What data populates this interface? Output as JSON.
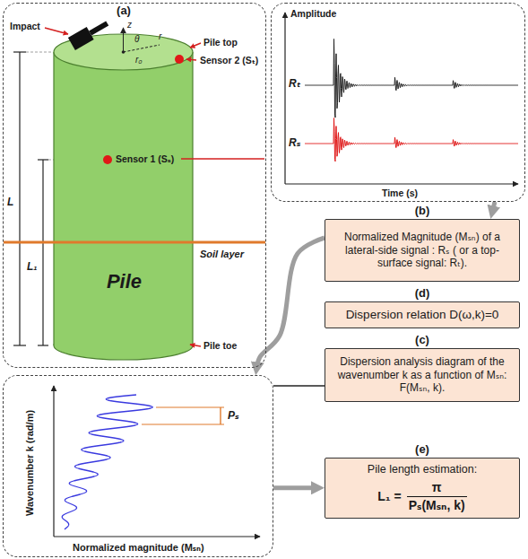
{
  "diagram": {
    "nodes": [
      {
        "text": [
          "(a)",
          "Impact",
          "z",
          "Pile top",
          "r",
          "θ",
          "r₀",
          "Sensor 2 (Sₜ)",
          "Sensor 1 (Sₛ)",
          "L",
          "L₁",
          "Soil layer",
          "Pile toe"
        ]
      },
      {
        "text": [
          "Pile"
        ],
        "in": 0
      },
      {
        "text": [
          "Amplitude",
          "Rₜ",
          "Rₛ",
          "Time (s)"
        ]
      },
      {
        "text": [
          "(b)",
          "Normalized Magnitude (Mₛₙ) of a lateral-side signal : Rₛ ( or a top-surface signal: Rₜ)."
        ]
      },
      {
        "text": [
          "(d)",
          "Dispersion relation D(ω,k)=0"
        ]
      },
      {
        "text": [
          "(c)",
          "Dispersion analysis diagram of the wavenumber k as a function of Mₛₙ: F(Mₛₙ, k)."
        ]
      },
      {
        "text": [
          "Wavenumber k (rad/m)",
          "Normalized magnitude (Mₛₙ)",
          "Pₛ"
        ]
      },
      {
        "text": [
          "(e)",
          "Pile length estimation:",
          "L₁ =",
          "π",
          "Pₛ(Mₛₙ, k)"
        ]
      }
    ],
    "edges": [
      {
        "from": 2,
        "to": 3,
        "arrow": "to"
      },
      {
        "from": 3,
        "to": 6,
        "arrow": "to"
      },
      {
        "from": 6,
        "to": 5,
        "arrow": "none"
      },
      {
        "from": 6,
        "to": 7,
        "arrow": "to"
      }
    ]
  }
}
